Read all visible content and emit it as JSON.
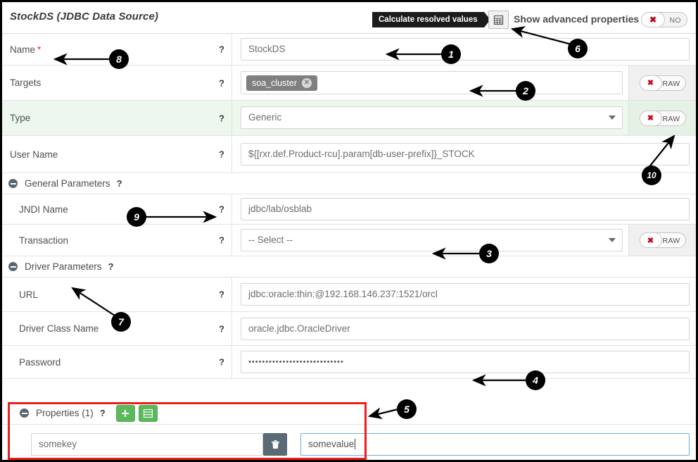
{
  "header": {
    "title_bold": "StockDS",
    "title_italic": " (JDBC Data Source)",
    "tooltip": "Calculate resolved values",
    "calc_icon": "calculator-icon",
    "advanced_label": "Show advanced properties",
    "advanced_toggle_value": "NO",
    "advanced_toggle_mark": "✖"
  },
  "help_glyph": "?",
  "raw_label": "RAW",
  "raw_mark": "✖",
  "rows": [
    {
      "label": "Name",
      "required": true,
      "value": "StockDS",
      "kind": "text"
    },
    {
      "label": "Targets",
      "required": false,
      "chip": "soa_cluster",
      "kind": "chips",
      "raw": true
    },
    {
      "label": "Type",
      "required": false,
      "value": "Generic",
      "kind": "select",
      "raw": true,
      "highlight": true
    },
    {
      "label": "User Name",
      "required": false,
      "value": "${[rxr.def.Product-rcu].param[db-user-prefix]}_STOCK",
      "kind": "text"
    }
  ],
  "sections": {
    "general": {
      "title": "General Parameters"
    },
    "driver": {
      "title": "Driver Parameters"
    },
    "properties": {
      "title": "Properties (1)",
      "add_icon": "plus-icon",
      "list_icon": "list-icon"
    }
  },
  "general_rows": [
    {
      "label": "JNDI Name",
      "value": "jdbc/lab/osblab",
      "kind": "text"
    },
    {
      "label": "Transaction",
      "value": "-- Select --",
      "kind": "select",
      "raw": true
    }
  ],
  "driver_rows": [
    {
      "label": "URL",
      "value": "jdbc:oracle:thin:@192.168.146.237:1521/orcl",
      "kind": "text"
    },
    {
      "label": "Driver Class Name",
      "value": "oracle.jdbc.OracleDriver",
      "kind": "text"
    },
    {
      "label": "Password",
      "value": "••••••••••••••••••••••••••••",
      "kind": "password"
    }
  ],
  "property_row": {
    "key": "somekey",
    "value": "somevalue",
    "delete_icon": "trash-icon"
  },
  "annotations": [
    {
      "n": "1"
    },
    {
      "n": "2"
    },
    {
      "n": "3"
    },
    {
      "n": "4"
    },
    {
      "n": "5"
    },
    {
      "n": "6"
    },
    {
      "n": "7"
    },
    {
      "n": "8"
    },
    {
      "n": "9"
    },
    {
      "n": "10"
    }
  ],
  "colors": {
    "accent_green": "#5cb85c",
    "highlight_row": "#edf7ed",
    "annotation_red": "#ee1c1c",
    "raw_mark_red": "#bb0a1e",
    "focus_blue": "#6aaee0"
  }
}
